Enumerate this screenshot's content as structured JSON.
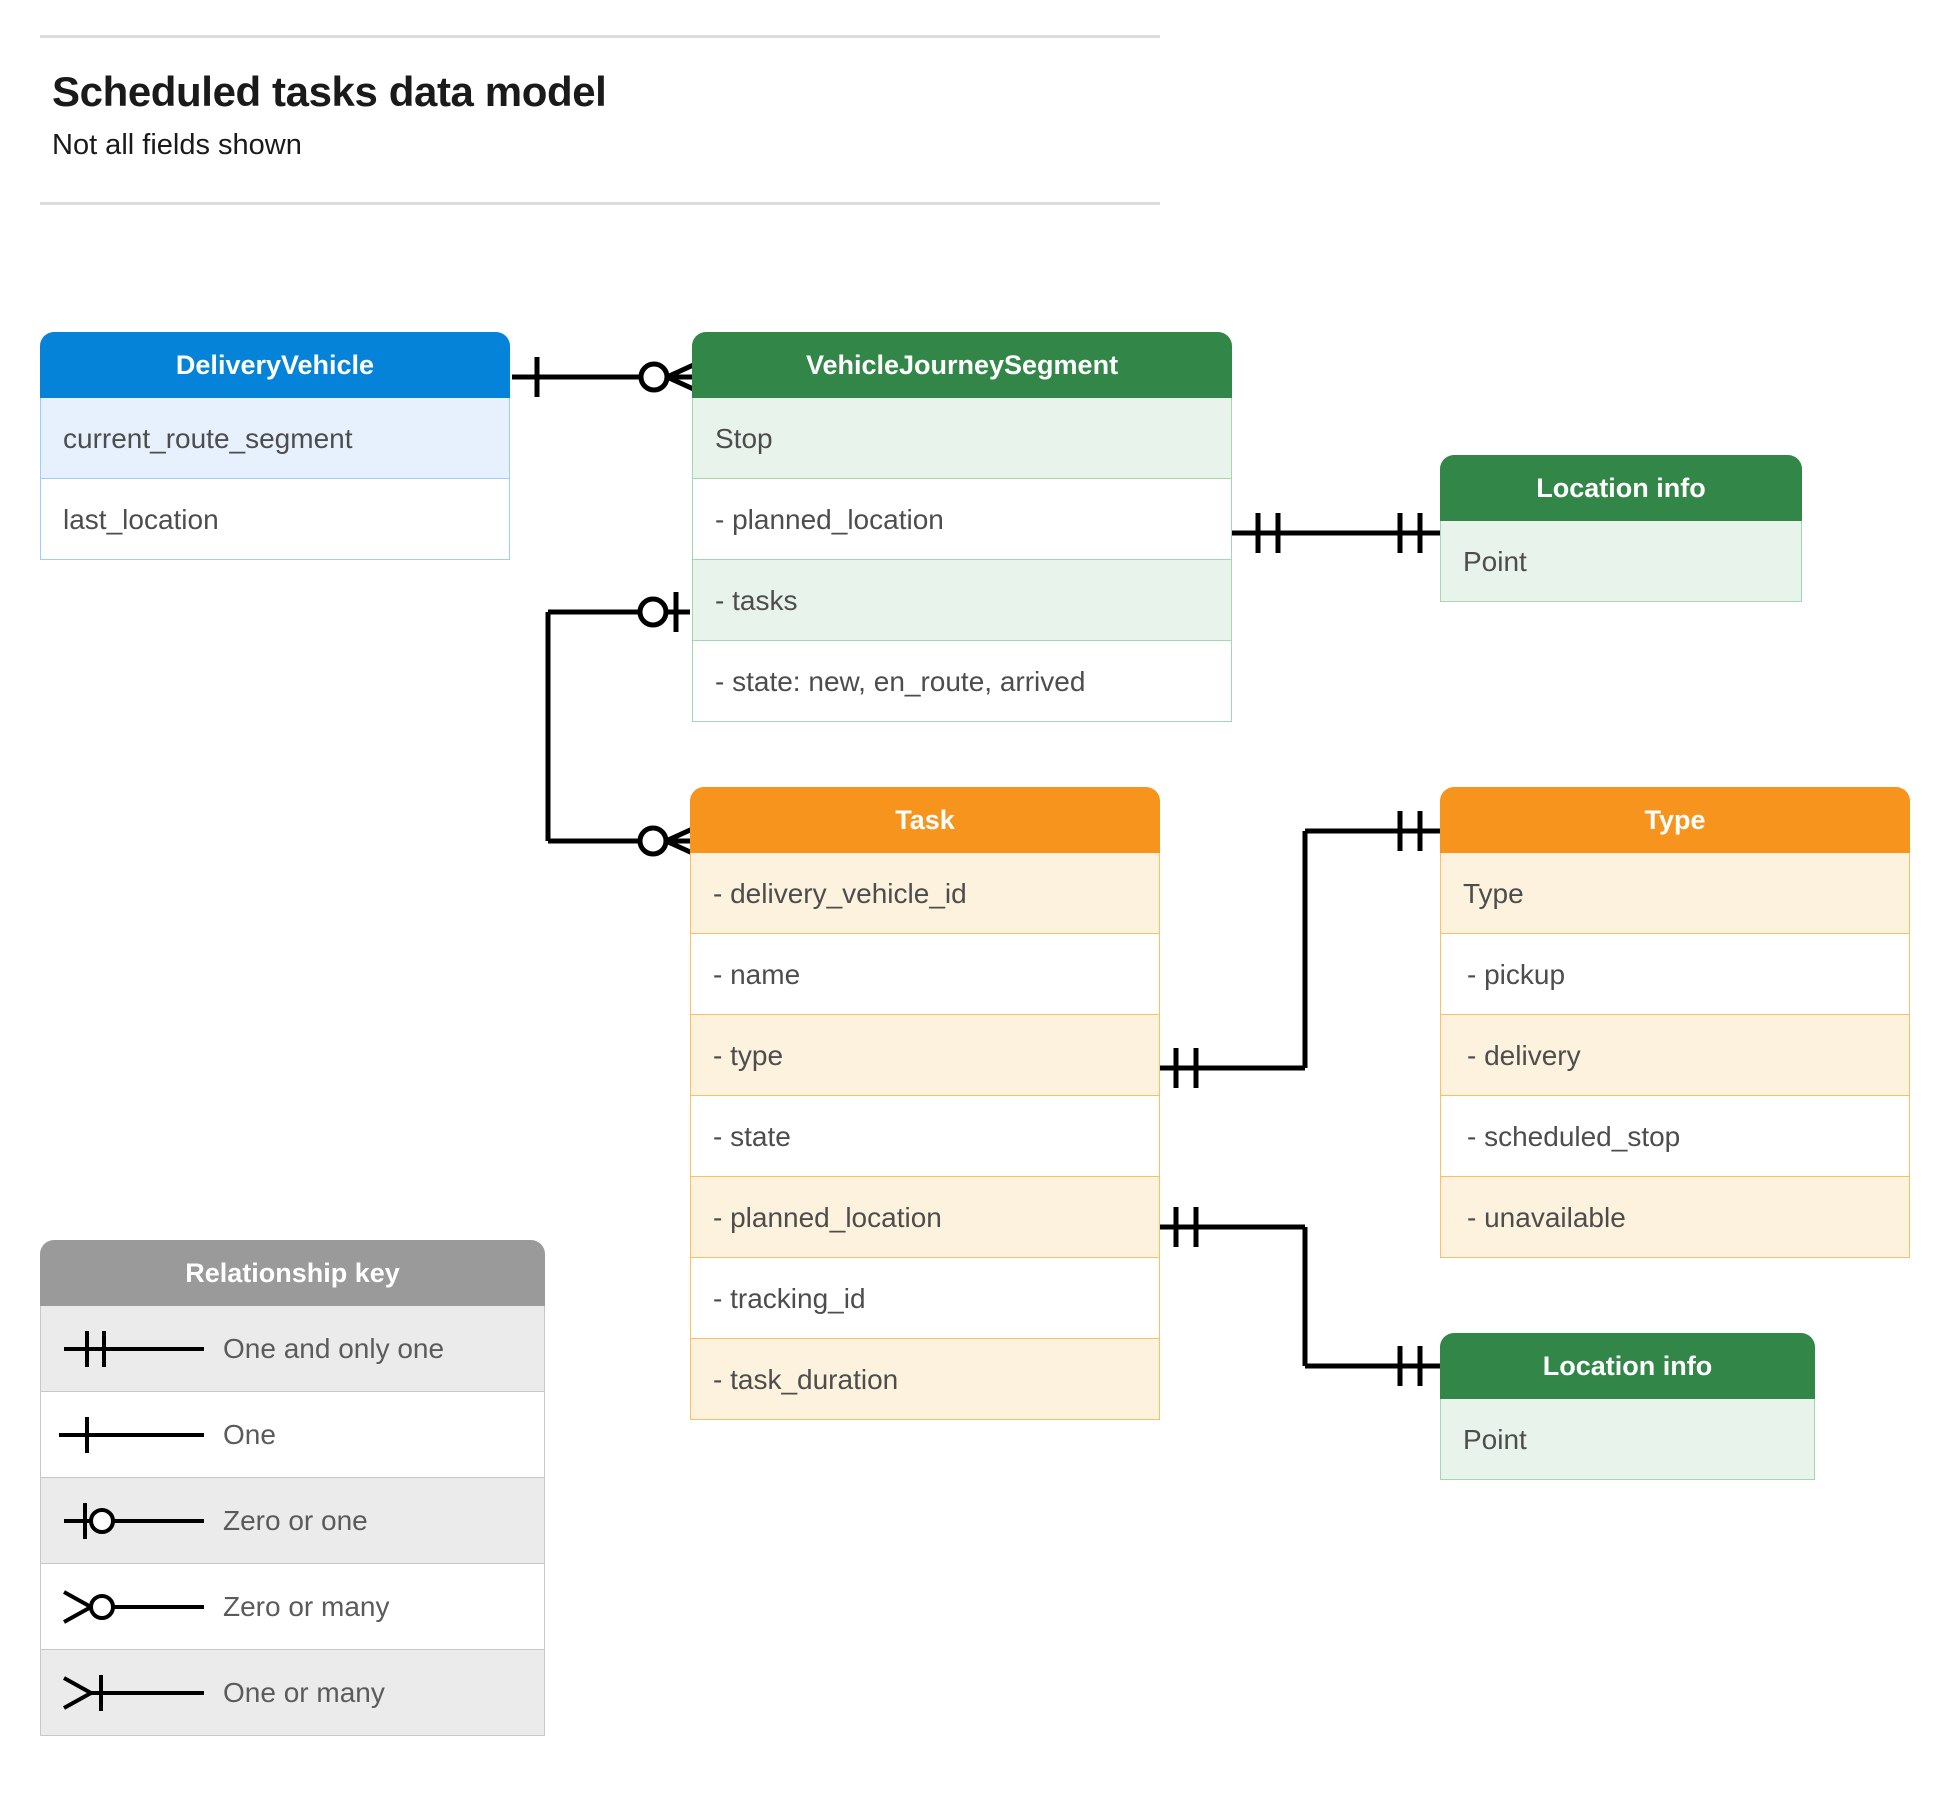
{
  "header": {
    "title": "Scheduled tasks data model",
    "subtitle": "Not all fields shown"
  },
  "colors": {
    "blue": "#0583d8",
    "green": "#328748",
    "orange": "#f7941e",
    "grey": "#9a9a9a",
    "blue_row_alt": "#e7f1fd",
    "green_row_alt": "#e8f3ec",
    "orange_row_alt": "#fdf2dd",
    "grey_row_alt": "#ebebeb",
    "line": "#000000"
  },
  "entities": {
    "delivery_vehicle": {
      "title": "DeliveryVehicle",
      "rows": [
        "current_route_segment",
        "last_location"
      ]
    },
    "vehicle_journey_segment": {
      "title": "VehicleJourneySegment",
      "rows": [
        "Stop",
        "-  planned_location",
        "- tasks",
        "- state: new, en_route, arrived"
      ]
    },
    "location_info_top": {
      "title": "Location info",
      "rows": [
        "Point"
      ]
    },
    "location_info_bottom": {
      "title": "Location info",
      "rows": [
        "Point"
      ]
    },
    "task": {
      "title": "Task",
      "rows": [
        "- delivery_vehicle_id",
        "- name",
        "- type",
        "- state",
        "- planned_location",
        "- tracking_id",
        "- task_duration"
      ]
    },
    "type": {
      "title": "Type",
      "rows": [
        "Type",
        "-   pickup",
        "-   delivery",
        "-   scheduled_stop",
        "-   unavailable"
      ]
    }
  },
  "legend": {
    "title": "Relationship key",
    "items": [
      {
        "label": "One and only one",
        "notation": "one-and-only-one"
      },
      {
        "label": "One",
        "notation": "one"
      },
      {
        "label": "Zero or one",
        "notation": "zero-or-one"
      },
      {
        "label": "Zero or many",
        "notation": "zero-or-many"
      },
      {
        "label": "One or many",
        "notation": "one-or-many"
      }
    ]
  },
  "relationships": [
    {
      "from": "DeliveryVehicle",
      "to": "VehicleJourneySegment",
      "from_notation": "one",
      "to_notation": "zero-or-many"
    },
    {
      "from": "VehicleJourneySegment.planned_location",
      "to": "Location info",
      "from_notation": "one-and-only-one",
      "to_notation": "one-and-only-one"
    },
    {
      "from": "VehicleJourneySegment.tasks",
      "to": "Task",
      "from_notation": "zero-or-one",
      "to_notation": "zero-or-many"
    },
    {
      "from": "Task.type",
      "to": "Type",
      "from_notation": "one-and-only-one",
      "to_notation": "one-and-only-one"
    },
    {
      "from": "Task.planned_location",
      "to": "Location info",
      "from_notation": "one-and-only-one",
      "to_notation": "one-and-only-one"
    }
  ]
}
